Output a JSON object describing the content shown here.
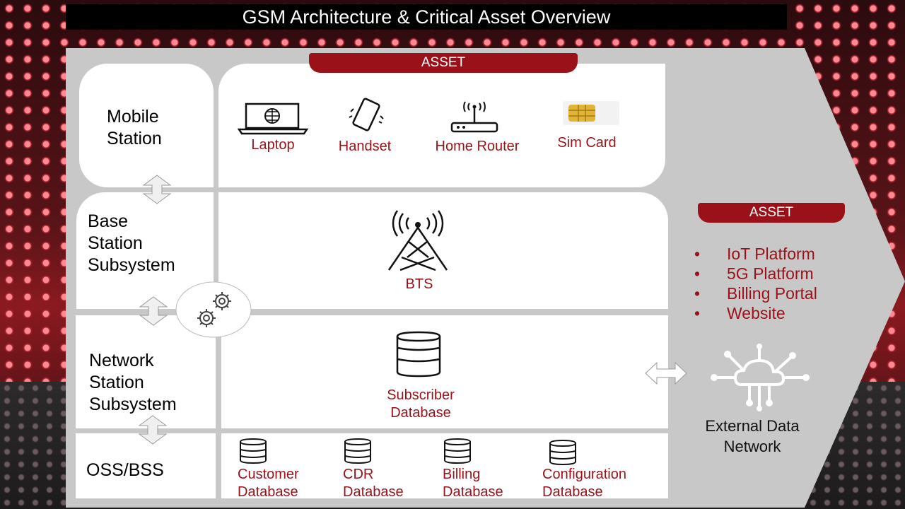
{
  "title": "GSM Architecture & Critical Asset Overview",
  "asset_tab_label": "ASSET",
  "layers": {
    "mobile_station": "Mobile\nStation",
    "base_station": "Base\nStation\nSubsystem",
    "network_station": "Network\nStation\nSubsystem",
    "oss_bss": "OSS/BSS"
  },
  "mobile_assets": [
    "Laptop",
    "Handset",
    "Home Router",
    "Sim Card"
  ],
  "bts_label": "BTS",
  "subscriber_db_label": "Subscriber\nDatabase",
  "oss_databases": [
    "Customer\nDatabase",
    "CDR\nDatabase",
    "Billing\nDatabase",
    "Configuration\nDatabase"
  ],
  "external_assets": [
    "IoT Platform",
    "5G Platform",
    "Billing Portal",
    "Website"
  ],
  "external_network_label": "External Data\nNetwork",
  "colors": {
    "accent": "#9b1119",
    "panel": "#c8c8c8"
  }
}
